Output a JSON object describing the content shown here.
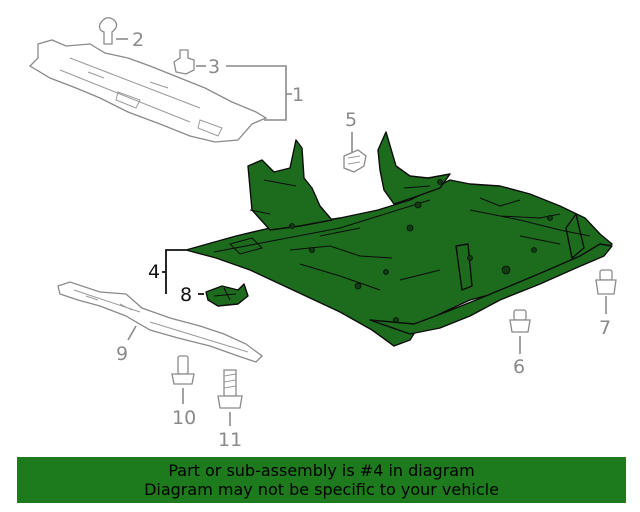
{
  "callouts": {
    "c1": "1",
    "c2": "2",
    "c3": "3",
    "c4": "4",
    "c5": "5",
    "c6": "6",
    "c7": "7",
    "c8": "8",
    "c9": "9",
    "c10": "10",
    "c11": "11"
  },
  "highlight_color": "#1d6b1d",
  "banner": {
    "line1": "Part or sub-assembly is #4 in diagram",
    "line2": "Diagram may not be specific to your vehicle"
  }
}
